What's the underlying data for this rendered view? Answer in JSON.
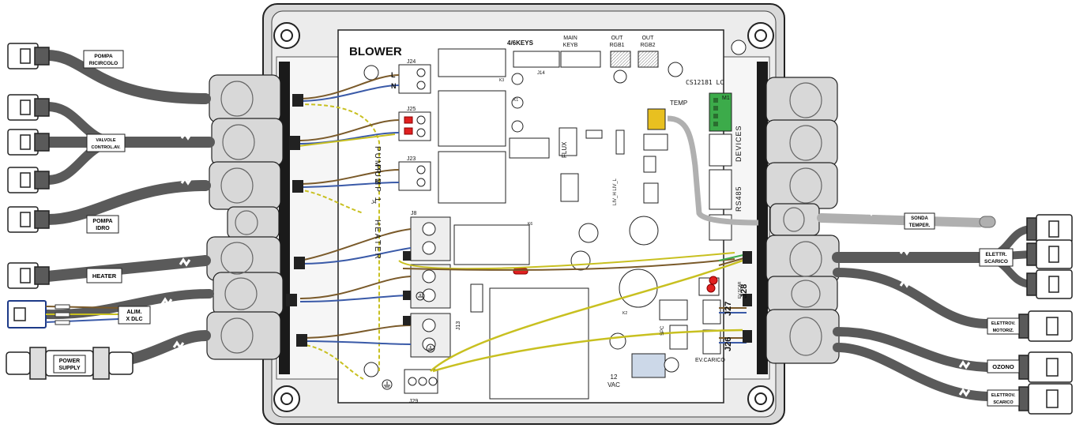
{
  "board": {
    "title": "BLOWER",
    "code": "CS12181 LC",
    "temp_label": "TEMP"
  },
  "connectors": {
    "keys": "4/6KEYS",
    "main_keyb": [
      "MAIN",
      "KEYB"
    ],
    "out_rgb1": [
      "OUT",
      "RGB1"
    ],
    "out_rgb2": [
      "OUT",
      "RGB2"
    ],
    "j24": "J24",
    "j25": "J25",
    "j23": "J23",
    "j8": "J8",
    "j4": "J4",
    "j13": "J13",
    "j14": "J14",
    "j29": "J29",
    "j27": "J27",
    "j26": "J26",
    "j28": "J28",
    "m1": "M1",
    "k1": "K1",
    "k3": "K3",
    "k6": "K6",
    "k2": "K2"
  },
  "board_labels": {
    "pump2": "PUMP 2",
    "pump1": "PUMP 1",
    "heater_vert": "HEATER",
    "flux": "FLUX",
    "devices": "DEVICES",
    "rs485": "RS485",
    "liv": "LIV_H  LIV_L",
    "ev_carico": "EV.CARICO",
    "ev_scar": "EV.SCAR",
    "vac": [
      "12",
      "VAC"
    ],
    "l": "L",
    "n": "N",
    "spc": "SPC"
  },
  "left_cables": [
    {
      "name": "pompa-ricircolo",
      "label": [
        "POMPA",
        "RICIRCOLO"
      ]
    },
    {
      "name": "valvole-controlav",
      "label": [
        "VALVOLE",
        "CONTROL.AV."
      ]
    },
    {
      "name": "pompa-idro",
      "label": [
        "POMPA",
        "IDRO"
      ]
    },
    {
      "name": "heater",
      "label": [
        "HEATER"
      ]
    },
    {
      "name": "alim-dlc",
      "label": [
        "ALIM.",
        "X DLC"
      ]
    },
    {
      "name": "power-supply",
      "label": [
        "POWER",
        "SUPPLY"
      ]
    }
  ],
  "right_cables": [
    {
      "name": "sonda-temper",
      "label": [
        "SONDA",
        "TEMPER."
      ]
    },
    {
      "name": "elettr-scarico",
      "label": [
        "ELETTR.",
        "SCARICO"
      ]
    },
    {
      "name": "elettrov-motoriz",
      "label": [
        "ELETTROV.",
        "MOTORIZ."
      ]
    },
    {
      "name": "ozono",
      "label": [
        "OZONO"
      ]
    },
    {
      "name": "elettrov-carico",
      "label": [
        "ELETTROV.",
        "SCARICO"
      ]
    }
  ],
  "colors": {
    "cable": "#5a5a5a",
    "wire_brown": "#7a5a2a",
    "wire_blue": "#3a5aa8",
    "wire_yellow_green": "#c8c020",
    "led_red": "#e02020",
    "terminal_green": "#3cab4a",
    "sensor_yellow": "#e8c020",
    "sensor_cable": "#b0b0b0"
  }
}
